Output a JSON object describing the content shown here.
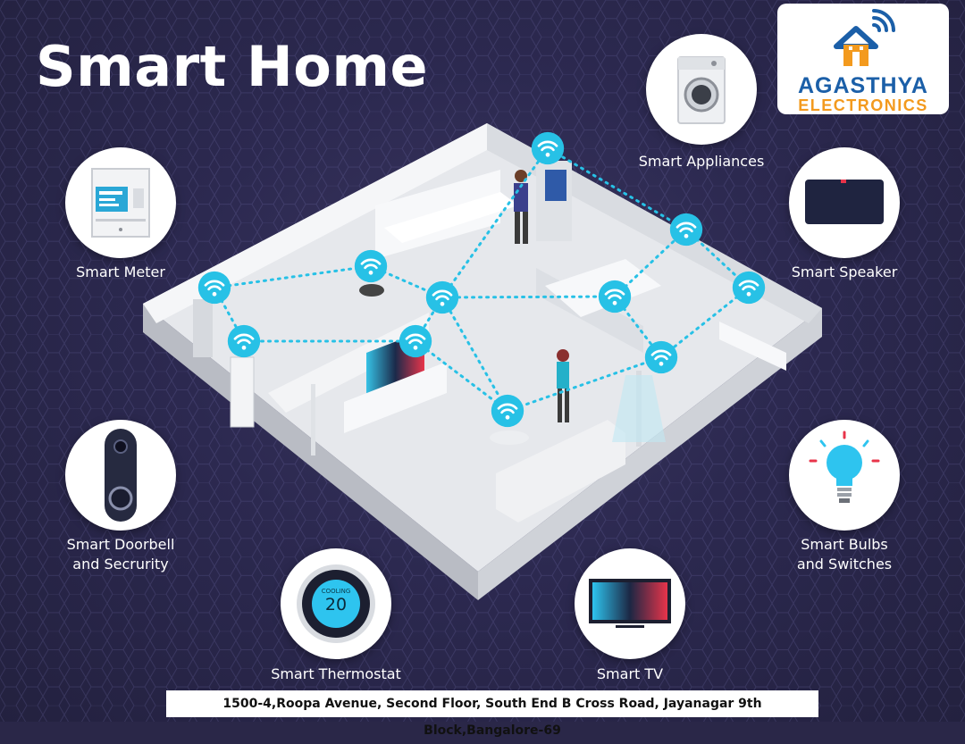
{
  "title": "Smart Home",
  "brand": {
    "name_line1": "AGASTHYA",
    "name_line2": "ELECTRONICS",
    "logo_icon": "house-wifi-icon",
    "colors": {
      "blue": "#1b5fa8",
      "orange": "#f39a1e"
    }
  },
  "devices": {
    "appliances": {
      "label": "Smart Appliances",
      "icon": "washing-machine-icon"
    },
    "meter": {
      "label": "Smart Meter",
      "icon": "smart-meter-icon"
    },
    "speaker": {
      "label": "Smart Speaker",
      "icon": "smart-speaker-icon"
    },
    "doorbell": {
      "label_line1": "Smart Doorbell",
      "label_line2": "and Secrurity",
      "icon": "doorbell-icon"
    },
    "bulbs": {
      "label_line1": "Smart Bulbs",
      "label_line2": "and Switches",
      "icon": "light-bulb-icon"
    },
    "thermostat": {
      "label": "Smart Thermostat",
      "icon": "thermostat-icon",
      "mode": "COOLING",
      "temperature": "20"
    },
    "tv": {
      "label": "Smart TV",
      "icon": "tv-icon"
    }
  },
  "wifi_color": "#27c1e6",
  "address": "1500-4,Roopa Avenue, Second Floor, South End B Cross Road, Jayanagar 9th Block,Bangalore-69"
}
